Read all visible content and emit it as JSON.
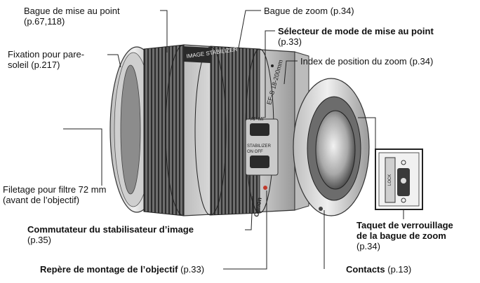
{
  "labels": {
    "focus_ring": {
      "title": "Bague de mise au point",
      "ref": "(p.67,118)"
    },
    "zoom_ring": {
      "title": "Bague de zoom (p.34)"
    },
    "focus_mode_switch": {
      "title": "Sélecteur de mode de mise au point",
      "ref": "(p.33)"
    },
    "zoom_index": {
      "title": "Index de position du zoom (p.34)"
    },
    "hood_mount": {
      "line1": "Fixation pour pare-",
      "line2": "soleil (p.217)"
    },
    "filter_thread": {
      "line1": "Filetage pour filtre 72 mm",
      "line2": "(avant de l’objectif)"
    },
    "stabilizer_switch": {
      "title": "Commutateur du stabilisateur d’image",
      "ref": "(p.35)"
    },
    "mount_index": {
      "title": "Repère de montage de l’objectif",
      "ref": "(p.33)"
    },
    "contacts": {
      "title": "Contacts",
      "ref": "(p.13)"
    },
    "zoom_lock": {
      "line1": "Taquet de verrouillage",
      "line2": "de la bague de zoom",
      "ref": "(p.34)"
    }
  },
  "lens_markings": {
    "ring_text": "IMAGE STABILIZER",
    "model": "EF-S 18-200mm",
    "switch_af_mf": "AF MF",
    "switch_stabilizer": "STABILIZER",
    "switch_on_off": "ON OFF",
    "brand": "Canon",
    "lock": "LOCK"
  },
  "colors": {
    "label": "#111111",
    "leader": "#222222",
    "lens_body": "#d8d8d8",
    "lens_dark": "#2a2a2a"
  }
}
